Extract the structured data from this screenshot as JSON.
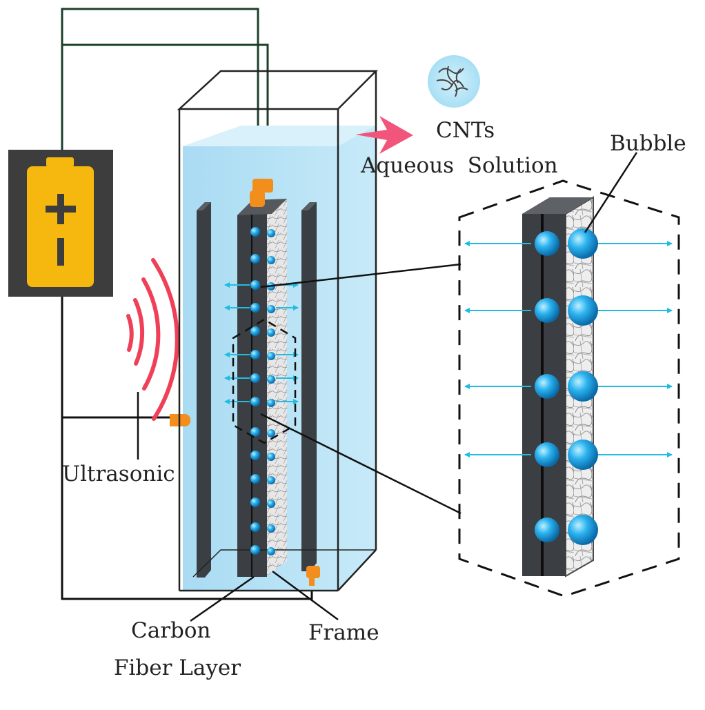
{
  "labels": {
    "cnts": "CNTs",
    "aqueous_solution": "Aqueous  Solution",
    "bubble": "Bubble",
    "ultrasonic": "Ultrasonic",
    "carbon_line1": "Carbon",
    "carbon_line2": "Fiber Layer",
    "frame": "Frame"
  },
  "battery": {
    "plus_symbol": "+",
    "minus_symbol": "-"
  },
  "colors": {
    "battery_body": "#3d3d3d",
    "battery_cell": "#f6b70f",
    "solution": "#bfe6f6",
    "electrode": "#3b3e42",
    "bubble": "#1fa3e0",
    "arrow": "#21bde0",
    "wave": "#ef4058",
    "connector": "#f38d1b",
    "wire_top": "#1b3f2a",
    "arrow_pink": "#f2557c"
  },
  "icons": {
    "battery": "battery-icon",
    "ultrasonic": "ultrasonic-wave-icon",
    "cnt": "cnt-particle-icon"
  }
}
